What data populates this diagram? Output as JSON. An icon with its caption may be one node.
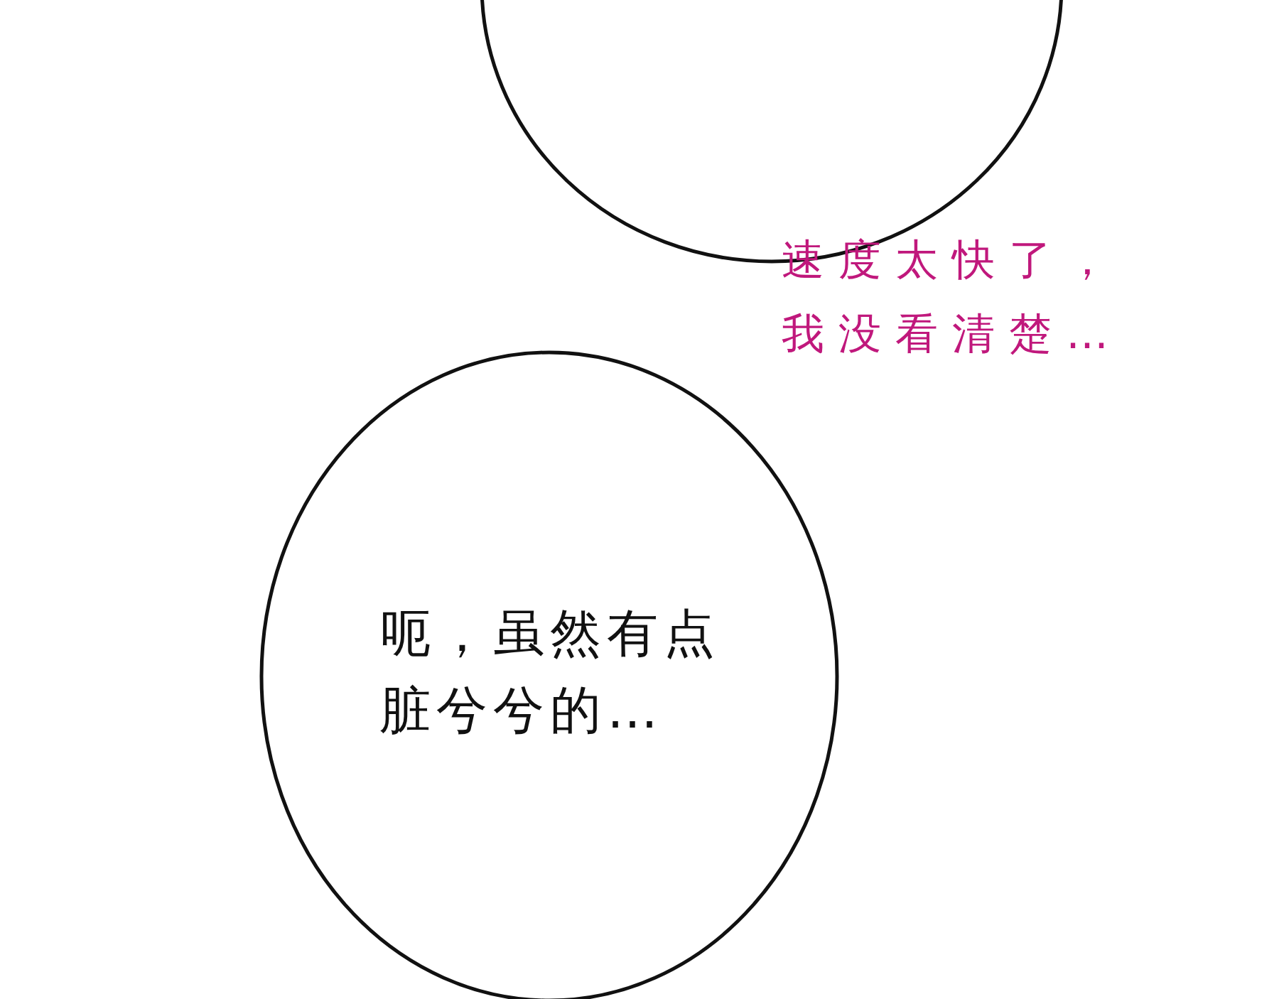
{
  "diagram": {
    "nodes": [
      {
        "text": [],
        "shape": "circle"
      },
      {
        "text": [
          "呃，虽然有点脏兮兮的…"
        ]
      }
    ],
    "edges": [],
    "labels": [
      "速度太快了，我没看清楚…"
    ]
  }
}
